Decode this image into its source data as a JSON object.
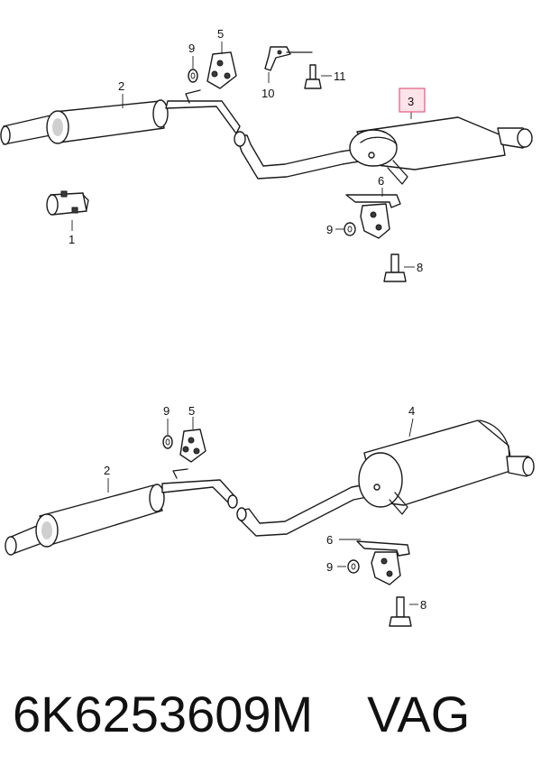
{
  "top_diagram": {
    "callouts": [
      "1",
      "2",
      "3",
      "5",
      "6",
      "8",
      "9",
      "9",
      "10",
      "11"
    ],
    "highlighted": "3"
  },
  "bottom_diagram": {
    "callouts": [
      "2",
      "4",
      "5",
      "6",
      "8",
      "9",
      "9"
    ]
  },
  "footer": {
    "part_number": "6K6253609M",
    "brand": "VAG"
  },
  "colors": {
    "highlight_border": "#e35a7e",
    "highlight_fill": "#fde3ea"
  }
}
